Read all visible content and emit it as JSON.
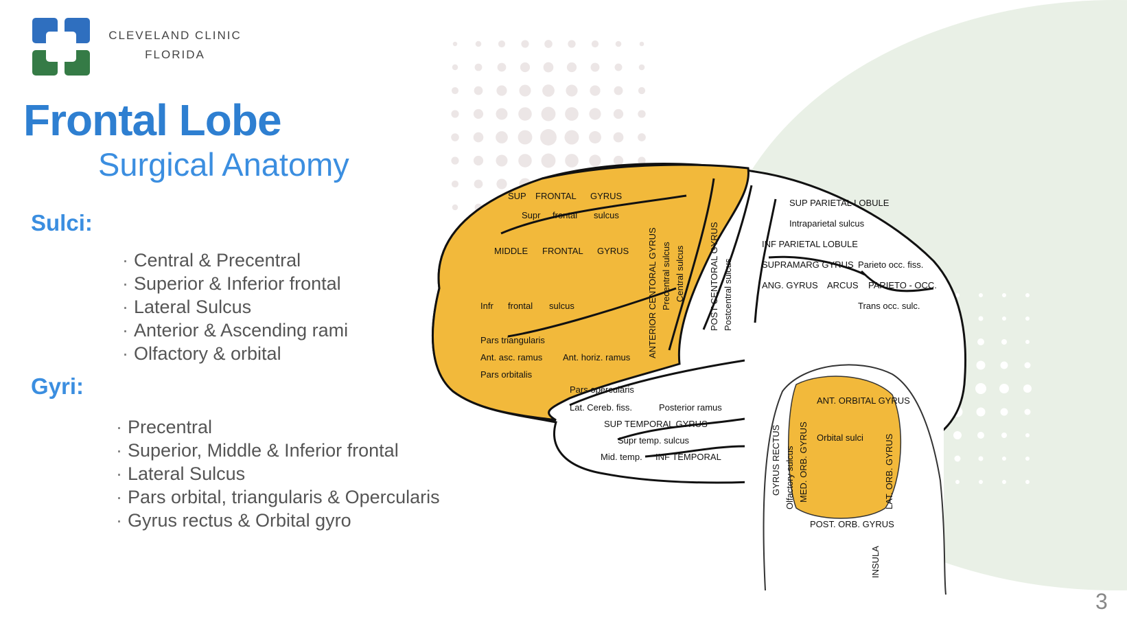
{
  "brand": {
    "line1": "CLEVELAND CLINIC",
    "line2": "FLORIDA"
  },
  "colors": {
    "title": "#2e7fd1",
    "logo_blue": "#2f6fbf",
    "logo_green": "#357b46",
    "frontal_lobe": "#f2b93b",
    "background_shape": "#e9f0e6"
  },
  "title": "Frontal Lobe",
  "subtitle": "Surgical Anatomy",
  "sulci": {
    "heading": "Sulci:",
    "items": [
      "Central & Precentral",
      "Superior & Inferior frontal",
      "Lateral Sulcus",
      "Anterior & Ascending rami",
      "Olfactory & orbital"
    ]
  },
  "gyri": {
    "heading": "Gyri:",
    "items": [
      "Precentral",
      "Superior, Middle & Inferior frontal",
      "Lateral Sulcus",
      "Pars orbital, triangularis & Opercularis",
      "Gyrus rectus & Orbital gyro"
    ]
  },
  "diagram_labels": {
    "lateral": [
      "SUP",
      "FRONTAL",
      "GYRUS",
      "Supr",
      "frontal",
      "sulcus",
      "MIDDLE",
      "FRONTAL",
      "GYRUS",
      "Infr",
      "frontal",
      "sulcus",
      "Pars triangularis",
      "Pars opercularis",
      "Ant. asc. ramus",
      "Ant. horiz. ramus",
      "Pars orbitalis",
      "ANTERIOR CENTORAL GYRUS",
      "Precentral sulcus",
      "Central sulcus",
      "POST CENTORAL GYRUS",
      "Postcentral sulcus",
      "SUP PARIETAL LOBULE",
      "Intraparietal sulcus",
      "INF PARIETAL LOBULE",
      "SUPRAMARG GYRUS",
      "ANG. GYRUS",
      "Parieto occ. fiss.",
      "ARCUS",
      "PARIETO - OCC.",
      "Trans occ. sulc.",
      "Lat. Cereb. fiss.",
      "Posterior ramus",
      "SUP TEMPORAL GYRUS",
      "Supr temp. sulcus",
      "Mid. temp.",
      "INF TEMPORAL"
    ],
    "inferior": [
      "GYRUS RECTUS",
      "Olfactory sulcus",
      "MED. ORB. GYRUS",
      "ANT. ORBITAL GYRUS",
      "Orbital sulci",
      "LAT. ORB. GYRUS",
      "POST. ORB. GYRUS",
      "INSULA"
    ]
  },
  "page_number": "3"
}
